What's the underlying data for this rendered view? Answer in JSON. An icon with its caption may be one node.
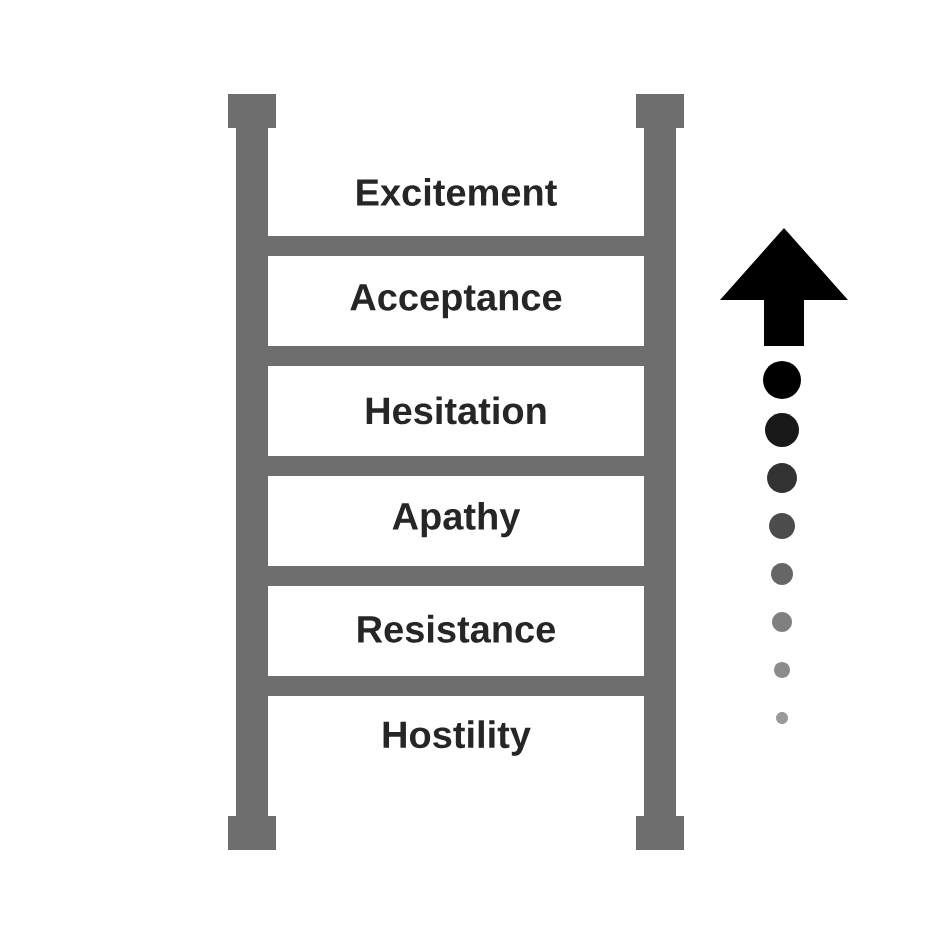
{
  "diagram": {
    "labels": [
      "Excitement",
      "Acceptance",
      "Hesitation",
      "Apathy",
      "Resistance",
      "Hostility"
    ]
  }
}
